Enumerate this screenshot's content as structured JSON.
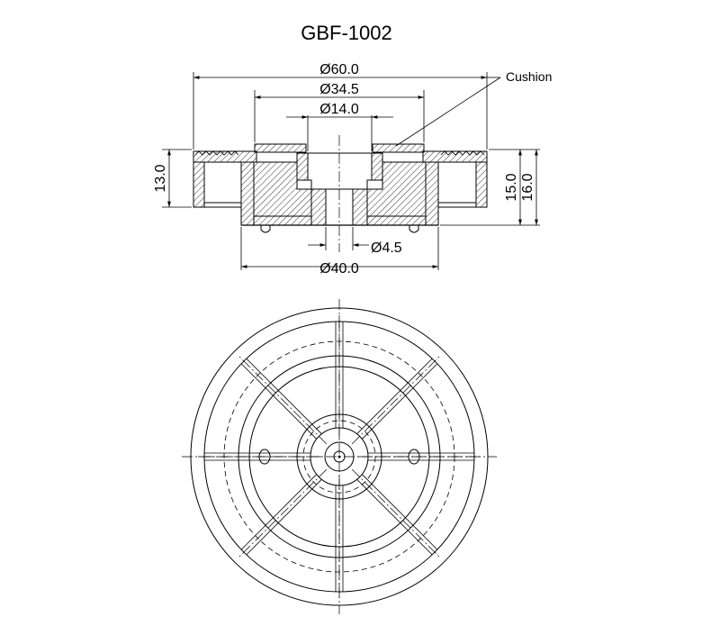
{
  "drawing": {
    "title": "GBF-1002",
    "labels": {
      "cushion": "Cushion"
    },
    "dimensions": {
      "outer_diameter": "Ø60.0",
      "cushion_diameter": "Ø34.5",
      "bore_diameter": "Ø14.0",
      "hole_diameter": "Ø4.5",
      "base_diameter": "Ø40.0",
      "left_height": "13.0",
      "height_inner": "15.0",
      "height_total": "16.0"
    }
  }
}
